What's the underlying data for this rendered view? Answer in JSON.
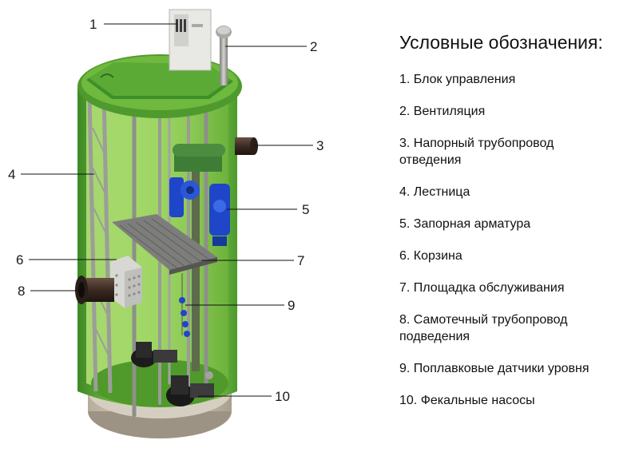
{
  "legend": {
    "title": "Условные обозначения:",
    "items": [
      "1. Блок управления",
      "2. Вентиляция",
      "3. Напорный трубопровод отведения",
      "4. Лестница",
      "5. Запорная арматура",
      "6. Корзина",
      "7. Площадка обслуживания",
      "8. Самотечный трубопровод подведения",
      "9. Поплавковые датчики уровня",
      "10. Фекальные насосы"
    ]
  },
  "callouts": [
    "1",
    "2",
    "3",
    "4",
    "5",
    "6",
    "7",
    "8",
    "9",
    "10"
  ],
  "colors": {
    "tank_green": "#5aaa32",
    "tank_light": "#8fd04f",
    "lid_green": "#3f9a2e",
    "base_concrete": "#c8bfb0",
    "valve_blue": "#1f46c8",
    "pipe_dark": "#3a2a22",
    "steel": "#a9aaa6"
  }
}
